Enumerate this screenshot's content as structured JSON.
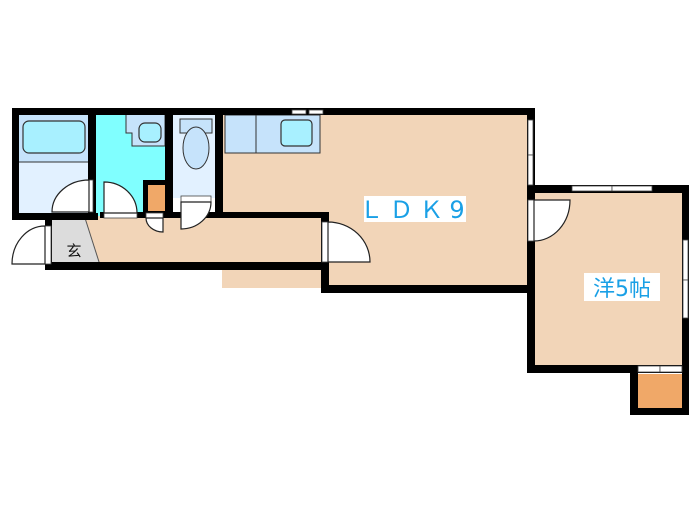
{
  "rooms": {
    "ldk": {
      "label": "ＬＤＫ9"
    },
    "western_room": {
      "label": "洋5帖"
    },
    "entrance": {
      "label": "玄"
    }
  },
  "colors": {
    "floor": "#f2d5b8",
    "washroom": "#80ffff",
    "bath": "#c6e3fb",
    "bath_light": "#e2f1ff",
    "storage": "#f0a868",
    "entrance": "#dcdcdc",
    "label": "#1aa0e6",
    "wall": "#000000"
  }
}
